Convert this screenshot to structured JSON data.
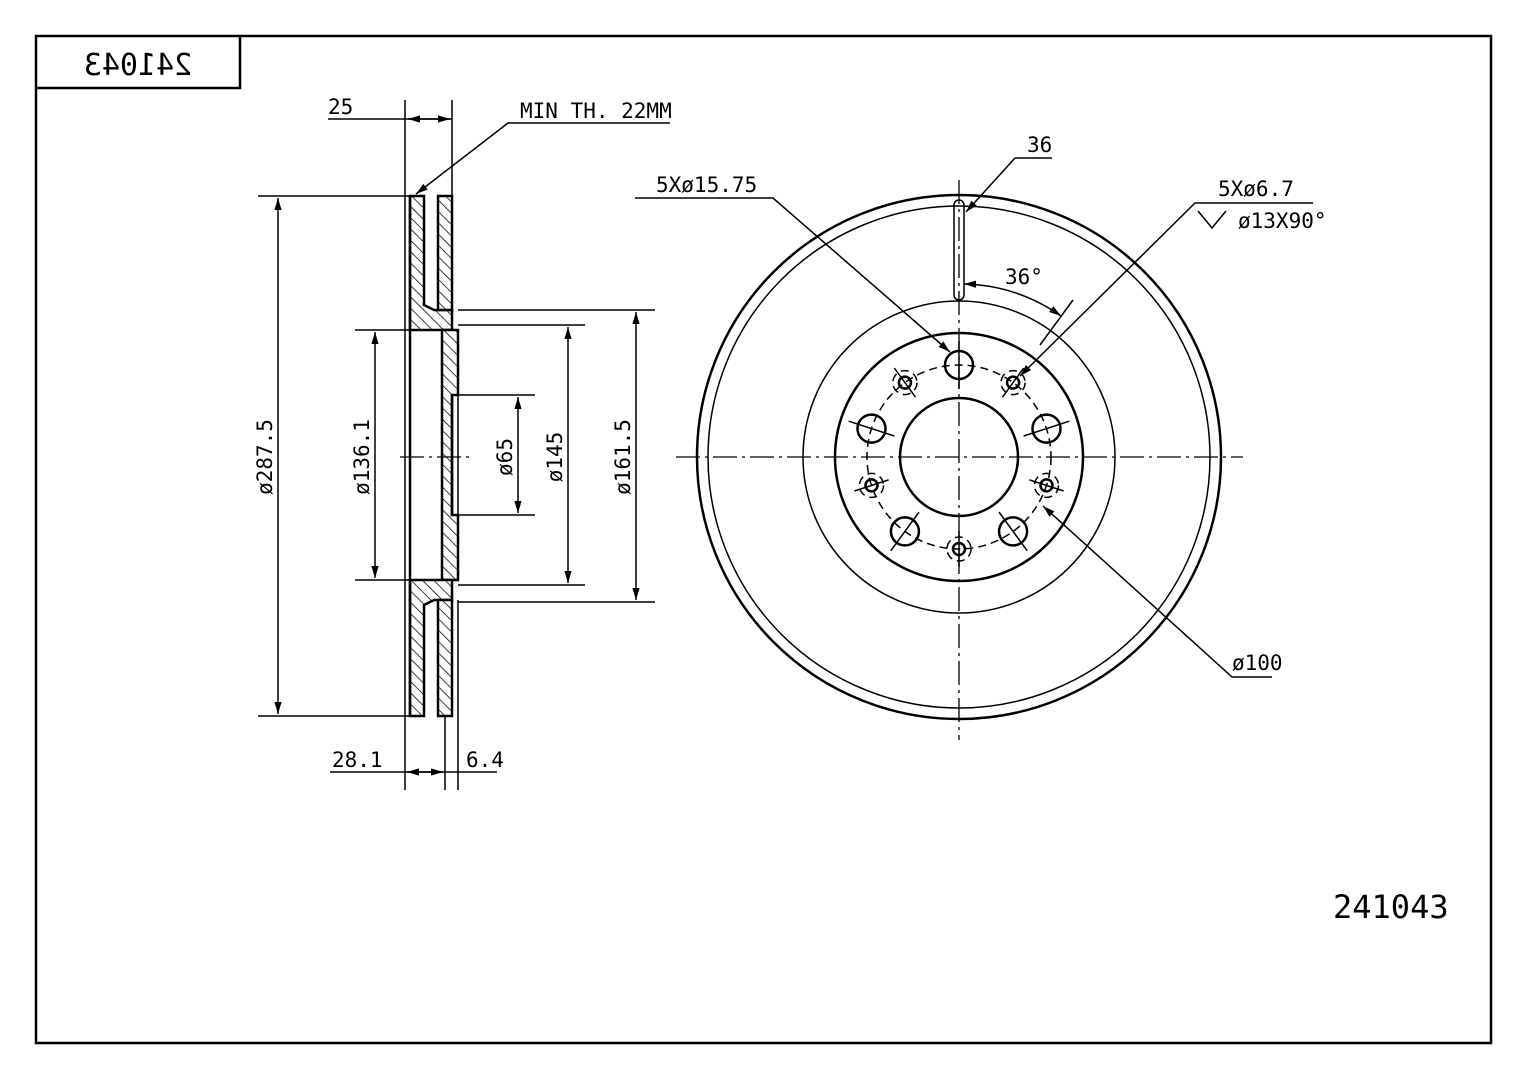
{
  "title_block_mirrored": "241043",
  "part_number": "241043",
  "side_view": {
    "thickness": "25",
    "min_thickness": "MIN TH. 22MM",
    "outer_diameter": "ø287.5",
    "diameter_136": "ø136.1",
    "diameter_65": "ø65",
    "diameter_145": "ø145",
    "diameter_161": "ø161.5",
    "height": "28.1",
    "hub_thickness": "6.4"
  },
  "front_view": {
    "bolt_holes": "5Xø15.75",
    "slot_width": "36",
    "angle": "36°",
    "small_holes": "5Xø6.7",
    "countersink": "ø13X90°",
    "pcd": "ø100"
  }
}
